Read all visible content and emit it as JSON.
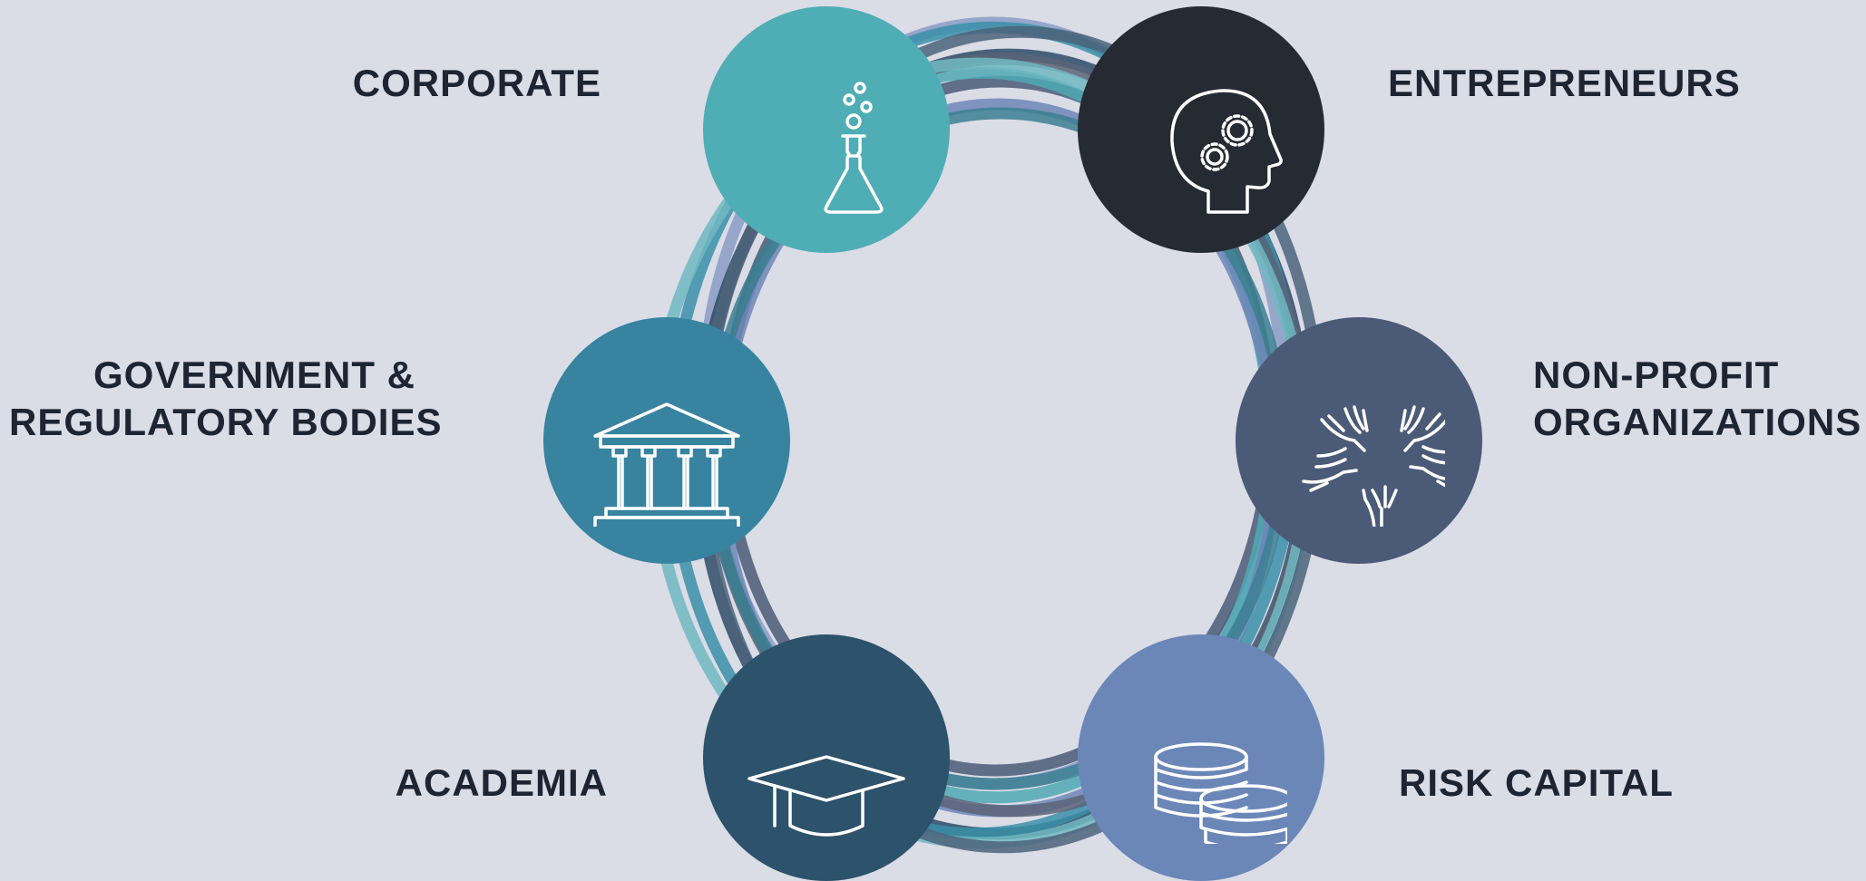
{
  "diagram": {
    "colors": {
      "background": "#dadce6",
      "text": "#1e2532",
      "rings": [
        "#8a9cc5",
        "#4a5a76",
        "#4fa9b4",
        "#2e4b66",
        "#6e86b7",
        "#3a8fa8",
        "#5a6478",
        "#3b7f92",
        "#70b8c1",
        "#4b637a"
      ]
    },
    "nodes": [
      {
        "key": "corporate",
        "label_lines": [
          "CORPORATE"
        ],
        "icon": "flask-icon",
        "color": "#4fadb5"
      },
      {
        "key": "entrepreneurs",
        "label_lines": [
          "ENTREPRENEURS"
        ],
        "icon": "head-gears-icon",
        "color": "#262b33"
      },
      {
        "key": "non_profit",
        "label_lines": [
          "NON-PROFIT",
          "ORGANIZATIONS"
        ],
        "icon": "hands-icon",
        "color": "#4b5a76"
      },
      {
        "key": "risk_capital",
        "label_lines": [
          "RISK CAPITAL"
        ],
        "icon": "coins-icon",
        "color": "#6b87b8"
      },
      {
        "key": "academia",
        "label_lines": [
          "ACADEMIA"
        ],
        "icon": "graduation-cap-icon",
        "color": "#2d526b"
      },
      {
        "key": "government",
        "label_lines": [
          "GOVERNMENT &",
          "REGULATORY BODIES"
        ],
        "icon": "government-building-icon",
        "color": "#3783a0"
      }
    ]
  }
}
